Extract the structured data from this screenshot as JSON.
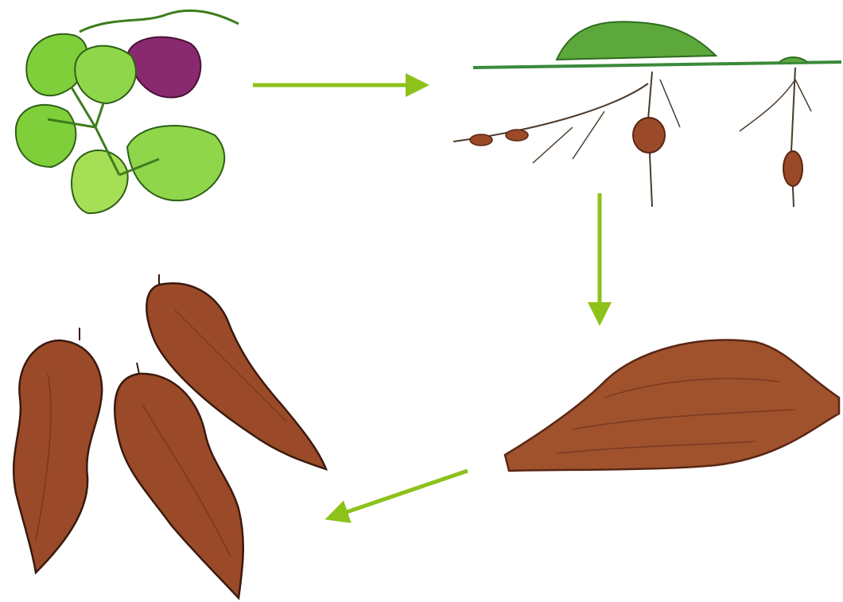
{
  "diagram": {
    "type": "sweet-potato-growth-cycle",
    "stages": [
      {
        "id": "vine-leaves",
        "icon": "sweet-potato-vine-icon"
      },
      {
        "id": "plant-with-roots",
        "icon": "plant-roots-icon"
      },
      {
        "id": "single-tuber",
        "icon": "sweet-potato-tuber-icon"
      },
      {
        "id": "harvested-tubers",
        "icon": "sweet-potato-group-icon"
      }
    ],
    "arrows": [
      {
        "from": "vine-leaves",
        "to": "plant-with-roots"
      },
      {
        "from": "plant-with-roots",
        "to": "single-tuber"
      },
      {
        "from": "single-tuber",
        "to": "harvested-tubers"
      }
    ]
  },
  "colors": {
    "arrow": "#8cc21a",
    "leaf": "#7fcf3a",
    "leaf_dark": "#3e7d1e",
    "purple_leaf": "#8a2a6e",
    "tuber": "#9a4a28",
    "tuber_dark": "#5a2614",
    "soil_line": "#3a8a3a",
    "root": "#4a3a2a"
  }
}
